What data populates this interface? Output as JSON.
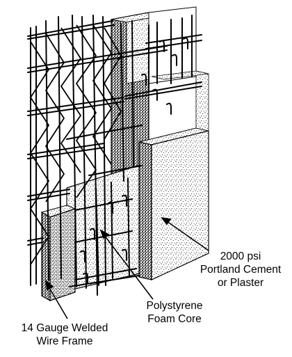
{
  "labels": {
    "wire_frame": [
      "14 Gauge Welded",
      "Wire Frame"
    ],
    "foam_core": [
      "Polystyrene",
      "Foam Core"
    ],
    "cement": [
      "2000 psi",
      "Portland Cement",
      "or Plaster"
    ]
  },
  "colors": {
    "ink": "#000000",
    "paper": "#ffffff"
  }
}
